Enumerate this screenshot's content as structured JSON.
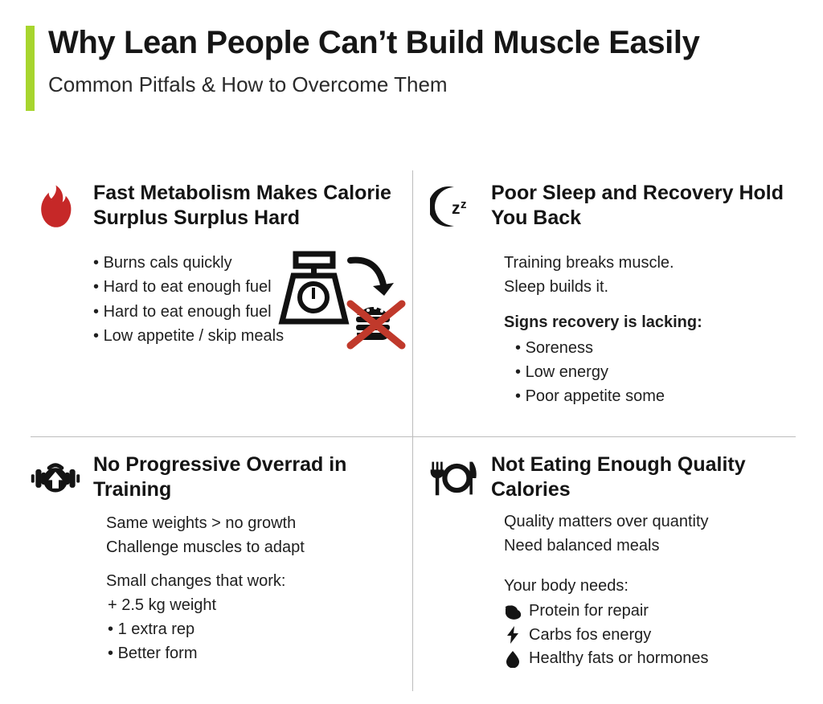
{
  "header": {
    "title": "Why Lean People Can’t Build Muscle Easily",
    "subtitle": "Common Pitfals & How to Overcome Them",
    "accent_color": "#a7d52e"
  },
  "colors": {
    "background": "#ffffff",
    "text": "#1a1a1a",
    "accent_green": "#a7d52e",
    "flame_red": "#c62828",
    "cross_red": "#c0392b",
    "divider": "#bcbcbc",
    "icon_black": "#141414"
  },
  "cards": [
    {
      "id": "metabolism",
      "icon": "flame-icon",
      "title": "Fast Metabolism Makes Calorie Surplus Surplus Hard",
      "bullets": [
        "Burns cals quickly",
        "Hard to eat enough fuel",
        "Hard to eat enough fuel",
        "Low appetite / skip meals"
      ],
      "illustration": "weight-scale-with-crossed-out-burger"
    },
    {
      "id": "sleep",
      "icon": "moon-zz-icon",
      "title": "Poor Sleep and Recovery Hold You Back",
      "lines": [
        "Training breaks muscle.",
        "Sleep builds it."
      ],
      "lead_in": "Signs recovery is lacking:",
      "bullets": [
        "Soreness",
        "Low energy",
        "Poor appetite  some"
      ]
    },
    {
      "id": "overload",
      "icon": "dumbbell-up-arrow-icon",
      "title": "No Progressive Overrad in Training",
      "lines": [
        "Same weights > no growth",
        "Challenge muscles to adapt"
      ],
      "lead_in": "Small changes that work:",
      "bullets": [
        "+ 2.5 kg weight",
        "1 extra rep",
        "Better form"
      ]
    },
    {
      "id": "calories",
      "icon": "fork-plate-knife-icon",
      "title": "Not Eating Enough Quality Calories",
      "lines": [
        "Quality matters over quantity",
        "Need balanced meals"
      ],
      "lead_in": "Your body needs:",
      "icon_bullets": [
        {
          "icon": "flexed-bicep-icon",
          "text": "Protein for repair"
        },
        {
          "icon": "lightning-bolt-icon",
          "text": "Carbs fos energy"
        },
        {
          "icon": "droplet-icon",
          "text": "Healthy fats or hormones"
        }
      ]
    }
  ]
}
